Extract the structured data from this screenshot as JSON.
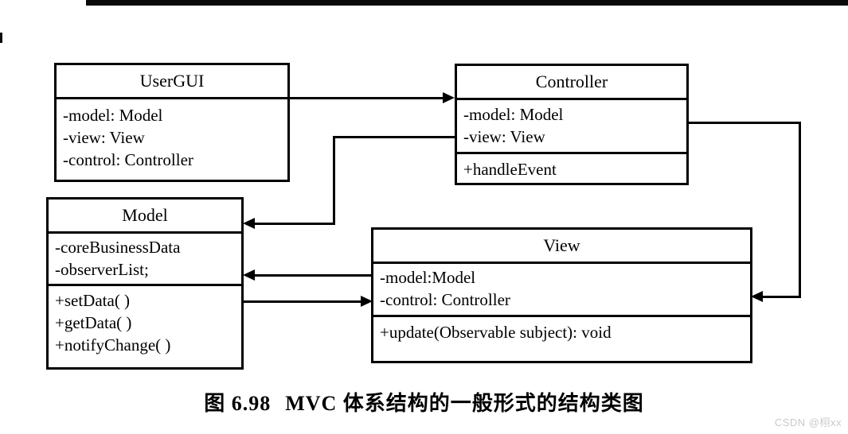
{
  "diagram": {
    "type": "uml-class-diagram",
    "classes": [
      {
        "id": "usergui",
        "name": "UserGUI",
        "attributes": [
          "-model: Model",
          "-view: View",
          "-control: Controller"
        ],
        "operations": []
      },
      {
        "id": "controller",
        "name": "Controller",
        "attributes": [
          "-model: Model",
          "-view: View"
        ],
        "operations": [
          "+handleEvent"
        ]
      },
      {
        "id": "model",
        "name": "Model",
        "attributes": [
          "-coreBusinessData",
          "-observerList;"
        ],
        "operations": [
          "+setData( )",
          "+getData( )",
          "+notifyChange( )"
        ]
      },
      {
        "id": "view",
        "name": "View",
        "attributes": [
          "-model:Model",
          "-control: Controller"
        ],
        "operations": [
          "+update(Observable subject): void"
        ]
      }
    ],
    "connections": [
      {
        "from": "usergui",
        "to": "controller",
        "direction": "right"
      },
      {
        "from": "controller",
        "to": "model",
        "direction": "left"
      },
      {
        "from": "view",
        "to": "model",
        "direction": "left"
      },
      {
        "from": "model",
        "to": "view",
        "direction": "right"
      },
      {
        "from": "controller",
        "to": "view",
        "direction": "left"
      }
    ]
  },
  "caption": {
    "figure_number": "图 6.98",
    "text": "MVC 体系结构的一般形式的结构类图"
  },
  "watermark": {
    "text": "CSDN @栩xx"
  },
  "colors": {
    "ink": "#000000",
    "paper": "#ffffff",
    "watermark": "#c9c9c9"
  }
}
